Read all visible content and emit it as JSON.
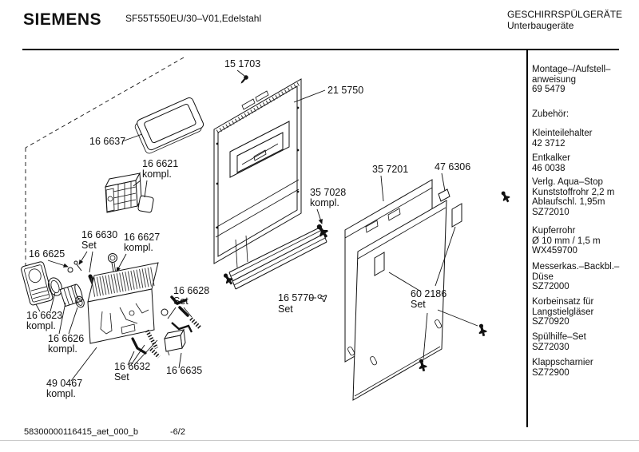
{
  "header": {
    "brand": "SIEMENS",
    "model": "SF55T550EU/30–V01,Edelstahl",
    "product_line": "GESCHIRRSPÜLGERÄTE",
    "product_type": "Unterbaugeräte"
  },
  "sidebar": {
    "montage": {
      "l1": "Montage–/Aufstell–",
      "l2": "anweisung",
      "l3": "69 5479"
    },
    "zubehoer_heading": "Zubehör:",
    "kleinteilehalter": {
      "l1": "Kleinteilehalter",
      "l2": "42 3712"
    },
    "entkalker": {
      "l1": "Entkalker",
      "l2": "46 0038"
    },
    "aquastop": {
      "l1": "Verlg. Aqua–Stop",
      "l2": "Kunststoffrohr 2,2 m",
      "l3": "Ablaufschl. 1,95m",
      "l4": "SZ72010"
    },
    "kupferrohr": {
      "l1": "Kupferrohr",
      "l2": "Ø 10 mm / 1,5 m",
      "l3": "WX459700"
    },
    "messerkasten": {
      "l1": "Messerkas.–Backbl.–",
      "l2": "Düse",
      "l3": "SZ72000"
    },
    "korbeinsatz": {
      "l1": "Korbeinsatz für",
      "l2": "Langstielgläser",
      "l3": "SZ70920"
    },
    "spuelhilfe": {
      "l1": "Spülhilfe–Set",
      "l2": "SZ72030"
    },
    "klappscharnier": {
      "l1": "Klappscharnier",
      "l2": "SZ72900"
    }
  },
  "diagram": {
    "labels": {
      "p151703": {
        "num": "15 1703"
      },
      "p215750": {
        "num": "21 5750"
      },
      "p166637": {
        "num": "16 6637"
      },
      "p166621": {
        "num": "16 6621",
        "suffix": "kompl."
      },
      "p357201": {
        "num": "35 7201"
      },
      "p476306": {
        "num": "47 6306"
      },
      "p357028": {
        "num": "35 7028",
        "suffix": "kompl."
      },
      "p166630": {
        "num": "16 6630",
        "suffix": "Set"
      },
      "p166627": {
        "num": "16 6627",
        "suffix": "kompl."
      },
      "p166625": {
        "num": "16 6625"
      },
      "p166623": {
        "num": "16 6623",
        "suffix": "kompl."
      },
      "p166626": {
        "num": "16 6626",
        "suffix": "kompl."
      },
      "p166628": {
        "num": "16 6628",
        "suffix": "Set"
      },
      "p165770": {
        "num": "16 5770",
        "suffix": "Set"
      },
      "p602186": {
        "num": "60 2186",
        "suffix": "Set"
      },
      "p166632": {
        "num": "16 6632",
        "suffix": "Set"
      },
      "p166635": {
        "num": "16 6635"
      },
      "p490467": {
        "num": "49 0467",
        "suffix": "kompl."
      }
    }
  },
  "footer": {
    "document_id": "58300000116415_aet_000_b",
    "page": "-6/2"
  }
}
